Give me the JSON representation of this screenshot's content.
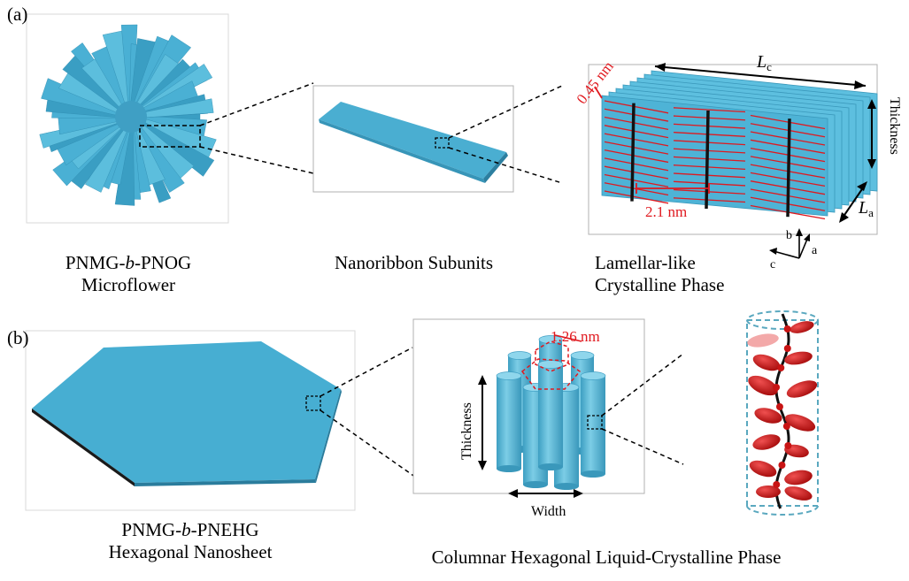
{
  "panels": {
    "a": {
      "label": "(a)",
      "microflower": {
        "caption_line1_pre": "PNMG-",
        "caption_line1_italic": "b",
        "caption_line1_post": "-PNOG",
        "caption_line2": "Microflower"
      },
      "nanoribbon": {
        "caption": "Nanoribbon Subunits"
      },
      "lamellar": {
        "caption_line1": "Lamellar-like",
        "caption_line2": "Crystalline Phase",
        "dim_spacing": "0.45 nm",
        "dim_period": "2.1 nm",
        "dim_length_main": "L",
        "dim_length_sub": "c",
        "dim_width_main": "L",
        "dim_width_sub": "a",
        "dim_thickness": "Thickness",
        "axis_a": "a",
        "axis_b": "b",
        "axis_c": "c"
      }
    },
    "b": {
      "label": "(b)",
      "nanosheet": {
        "caption_line1_pre": "PNMG-",
        "caption_line1_italic": "b",
        "caption_line1_post": "-PNEHG",
        "caption_line2": "Hexagonal Nanosheet"
      },
      "columnar": {
        "caption": "Columnar Hexagonal Liquid-Crystalline Phase",
        "dim_spacing": "1.26 nm",
        "dim_thickness": "Thickness",
        "dim_width": "Width"
      }
    }
  },
  "colors": {
    "ribbon": "#4fb3d4",
    "ribbon_dark": "#2f88a8",
    "annotation_red": "#e0191f",
    "molecule_red": "#c81414",
    "dashed_outline": "#5aa8bf"
  }
}
